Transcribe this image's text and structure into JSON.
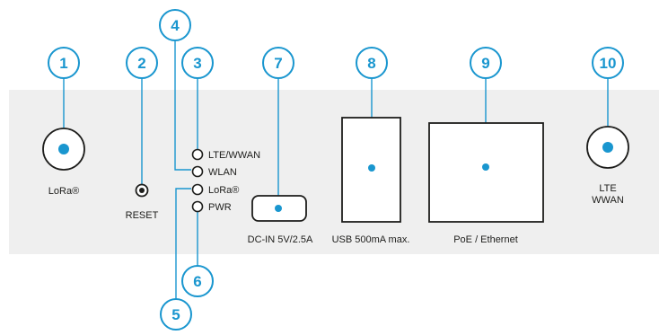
{
  "colors": {
    "accent": "#1996cf",
    "panel": "#efefef",
    "outline": "#1d1d1b",
    "text": "#1d1d1b"
  },
  "callouts": [
    "1",
    "2",
    "3",
    "4",
    "5",
    "6",
    "7",
    "8",
    "9",
    "10"
  ],
  "labels": {
    "lora_antenna": "LoRa®",
    "reset": "RESET",
    "led_lte": "LTE/WWAN",
    "led_wlan": "WLAN",
    "led_lora": "LoRa®",
    "led_pwr": "PWR",
    "dc_in": "DC-IN 5V/2.5A",
    "usb": "USB 500mA max.",
    "ethernet": "PoE / Ethernet",
    "lte_line1": "LTE",
    "lte_line2": "WWAN"
  }
}
